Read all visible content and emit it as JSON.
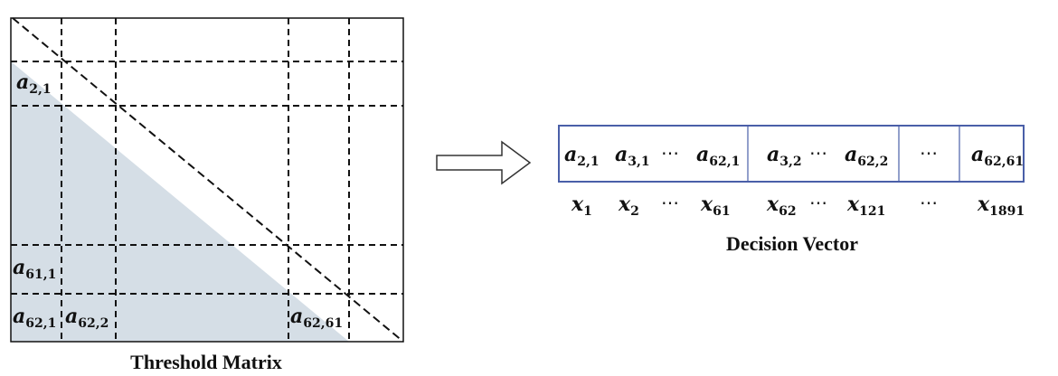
{
  "matrix": {
    "caption": "Threshold Matrix",
    "labels": [
      {
        "base": "a",
        "sub": "2,1"
      },
      {
        "base": "a",
        "sub": "61,1"
      },
      {
        "base": "a",
        "sub": "62,1"
      },
      {
        "base": "a",
        "sub": "62,2"
      },
      {
        "base": "a",
        "sub": "62,61"
      }
    ]
  },
  "vector": {
    "caption": "Decision Vector",
    "cells": [
      {
        "base": "a",
        "sub": "2,1"
      },
      {
        "base": "a",
        "sub": "3,1"
      },
      {
        "text": "⋯"
      },
      {
        "base": "a",
        "sub": "62,1"
      },
      {
        "base": "a",
        "sub": "3,2"
      },
      {
        "text": "⋯"
      },
      {
        "base": "a",
        "sub": "62,2"
      },
      {
        "text": "⋯"
      },
      {
        "base": "a",
        "sub": "62,61"
      }
    ],
    "indices": [
      {
        "base": "x",
        "sub": "1"
      },
      {
        "base": "x",
        "sub": "2"
      },
      {
        "text": "⋯"
      },
      {
        "base": "x",
        "sub": "61"
      },
      {
        "base": "x",
        "sub": "62"
      },
      {
        "text": "⋯"
      },
      {
        "base": "x",
        "sub": "121"
      },
      {
        "text": "⋯"
      },
      {
        "base": "x",
        "sub": "1891"
      }
    ]
  },
  "colors": {
    "lower_triangle_fill": "#d5dee6",
    "vector_border": "#4a5fa8",
    "line": "#111111"
  },
  "icons": {
    "transform_arrow": "right-arrow-icon"
  }
}
